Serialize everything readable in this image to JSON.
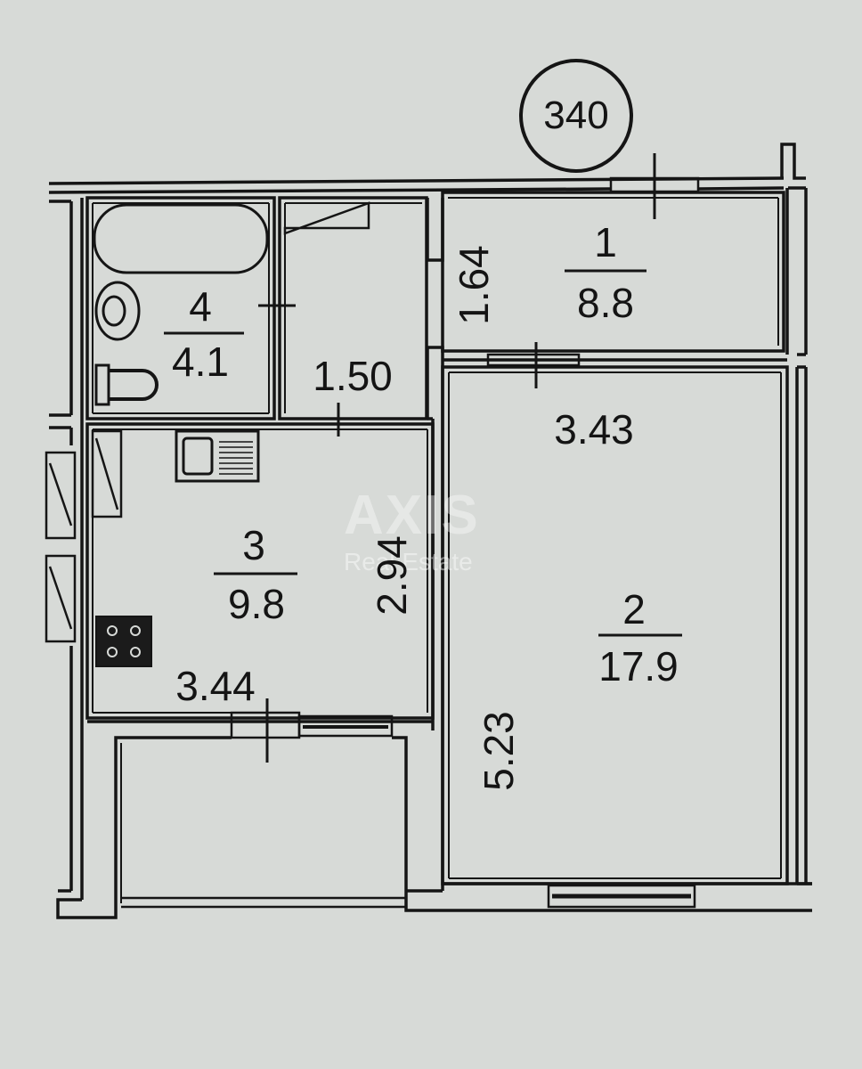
{
  "unit_number": "340",
  "rooms": [
    {
      "id": "1",
      "number": "1",
      "area": "8.8"
    },
    {
      "id": "2",
      "number": "2",
      "area": "17.9"
    },
    {
      "id": "3",
      "number": "3",
      "area": "9.8"
    },
    {
      "id": "4",
      "number": "4",
      "area": "4.1"
    }
  ],
  "dimensions": {
    "corridor_width": "1.64",
    "hall_width": "1.50",
    "living_width": "3.43",
    "living_length": "5.23",
    "kitchen_length": "2.94",
    "kitchen_width": "3.44"
  },
  "watermark": {
    "brand": "AXIS",
    "subtitle": "Real Estate"
  }
}
